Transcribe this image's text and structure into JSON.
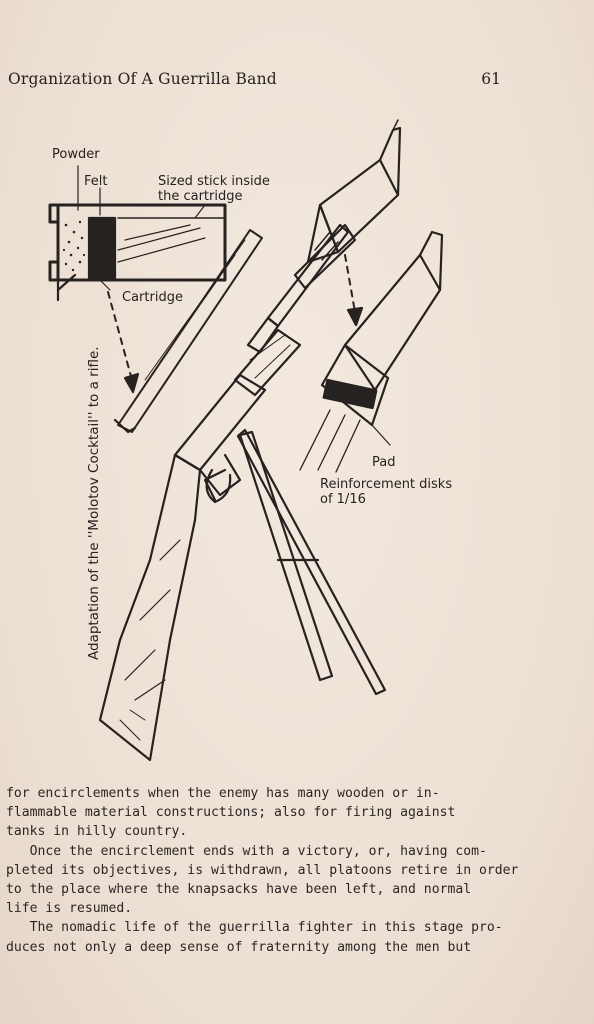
{
  "header": {
    "title": "Organization Of A Guerrilla Band",
    "page_number": "61"
  },
  "figure": {
    "caption": "Adaptation of the ''Molotov Cocktail'' to a rifle.",
    "labels": {
      "powder": "Powder",
      "felt": "Felt",
      "sized_stick_1": "Sized stick inside",
      "sized_stick_2": "the cartridge",
      "cartridge": "Cartridge",
      "pad": "Pad",
      "reinforcement_1": "Reinforcement disks",
      "reinforcement_2": "of 1/16"
    }
  },
  "body": {
    "lines": [
      "for encirclements when the enemy has many wooden or in-",
      "flammable material constructions; also for firing against",
      "tanks in hilly country.",
      "   Once the encirclement ends with a victory, or, having com-",
      "pleted its objectives, is withdrawn, all platoons retire in order",
      "to the place where the knapsacks have been left, and normal",
      "life is resumed.",
      "   The nomadic life of the guerrilla fighter in this stage pro-",
      "duces not only a deep sense of fraternity among the men but"
    ]
  }
}
